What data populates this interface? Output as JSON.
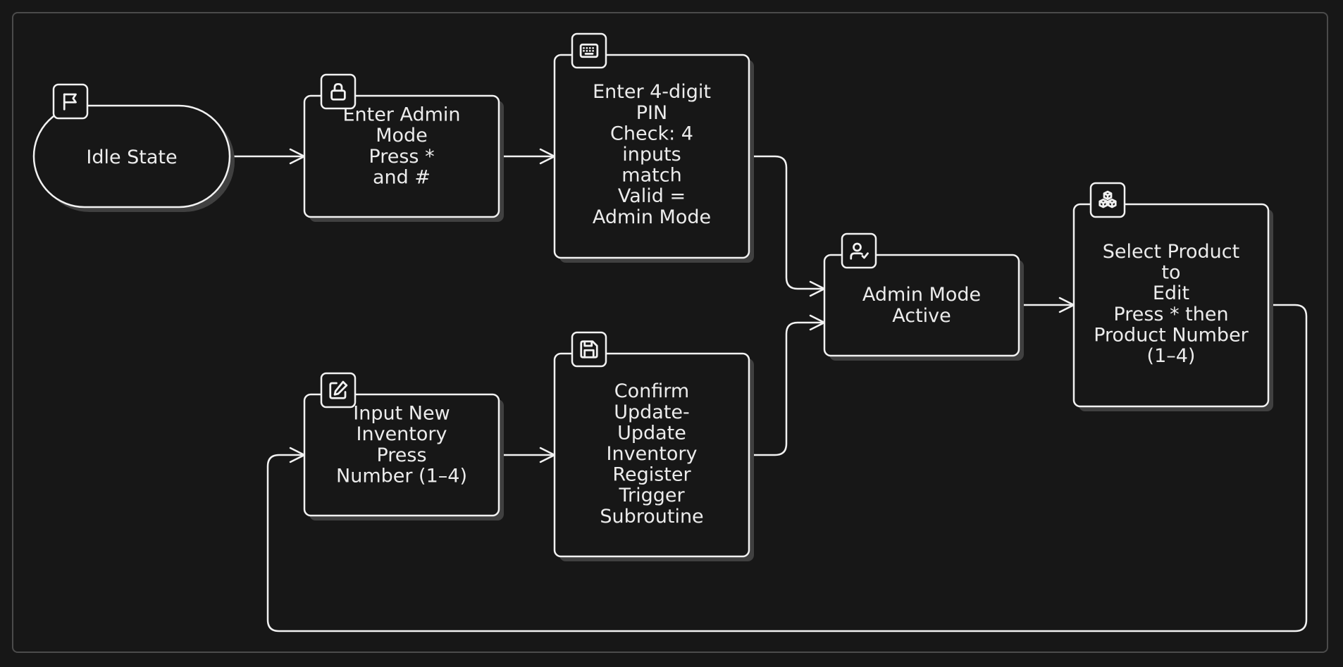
{
  "diagram": {
    "colors": {
      "background": "#171717",
      "stroke": "#f2f2f2",
      "shadow": "#404040",
      "frame": "#4b4b4b",
      "text": "#ececec"
    },
    "nodes": {
      "idle": {
        "icon": "flag-icon",
        "lines": [
          "Idle State"
        ]
      },
      "enter_admin": {
        "icon": "lock-icon",
        "lines": [
          "Enter Admin",
          "Mode",
          "Press *",
          "and #"
        ]
      },
      "enter_pin": {
        "icon": "keyboard-icon",
        "lines": [
          "Enter 4-digit",
          "PIN",
          "Check: 4",
          "inputs",
          "match",
          "Valid =",
          "Admin Mode"
        ]
      },
      "admin_active": {
        "icon": "user-check-icon",
        "lines": [
          "Admin Mode",
          "Active"
        ]
      },
      "select_product": {
        "icon": "boxes-icon",
        "lines": [
          "Select Product",
          "to",
          "Edit",
          "Press * then",
          "Product Number",
          "(1–4)"
        ]
      },
      "input_inventory": {
        "icon": "edit-icon",
        "lines": [
          "Input New",
          "Inventory",
          "Press",
          "Number (1–4)"
        ]
      },
      "confirm_update": {
        "icon": "save-icon",
        "lines": [
          "Confirm",
          "Update-",
          "Update",
          "Inventory",
          "Register",
          "Trigger",
          "Subroutine"
        ]
      }
    },
    "edges": [
      {
        "from": "idle",
        "to": "enter_admin"
      },
      {
        "from": "enter_admin",
        "to": "enter_pin"
      },
      {
        "from": "enter_pin",
        "to": "admin_active"
      },
      {
        "from": "admin_active",
        "to": "select_product"
      },
      {
        "from": "select_product",
        "to": "input_inventory"
      },
      {
        "from": "input_inventory",
        "to": "confirm_update"
      },
      {
        "from": "confirm_update",
        "to": "admin_active"
      }
    ]
  }
}
